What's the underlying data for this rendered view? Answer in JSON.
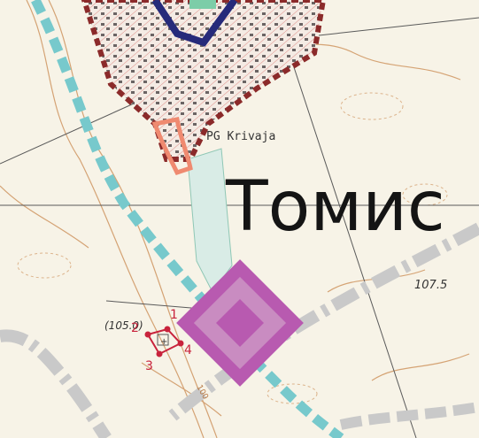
{
  "map": {
    "place_label": "PG Krivaja",
    "overlay_text": "Томис",
    "spot_height_main": "107.5",
    "spot_height_point": "(105.0)",
    "contour_label": "100",
    "parcel_vertices": [
      "1",
      "2",
      "3",
      "4"
    ]
  },
  "colors": {
    "paper": "#f7f3e7",
    "settlement_fill": "#f4ebe4",
    "settlement_border": "#8b2a2a",
    "zone_border_navy": "#262a7a",
    "pond": "#d9ece6",
    "corridor_blue": "#77c9cc",
    "corridor_gray": "#c9c9c9",
    "diamond_magenta": "#b85ab0",
    "orange_outline": "#ef8a70",
    "contour_brown": "#c9884e",
    "grid_line": "#5a5a5a",
    "parcel_red": "#c8233c"
  }
}
